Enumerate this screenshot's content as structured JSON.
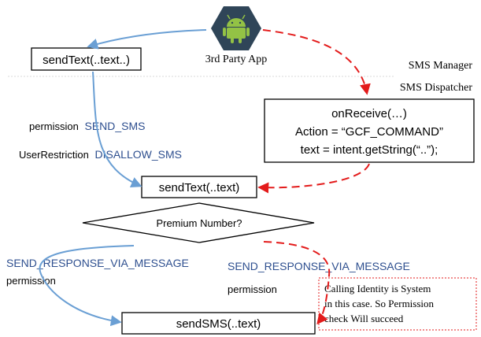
{
  "app": {
    "label": "3rd Party App",
    "icon": "android-icon"
  },
  "boxes": {
    "top_send_text": "sendText(..text..)",
    "on_receive": [
      "onReceive(…)",
      "Action = “GCF_COMMAND”",
      "text = intent.getString(“..”);"
    ],
    "mid_send_text": "sendText(..text)",
    "send_sms": "sendSMS(..text)"
  },
  "labels": {
    "sms_manager": "SMS Manager",
    "sms_dispatcher": "SMS Dispatcher",
    "permission_prefix": "permission",
    "send_sms_permission": "SEND_SMS",
    "user_restriction_prefix": "UserRestriction",
    "disallow_sms": "DISALLOW_SMS",
    "left_response_permission": "SEND_RESPONSE_VIA_MESSAGE",
    "left_permission_word": "permission",
    "right_response_permission": "SEND_RESPONSE_VIA_MESSAGE",
    "right_permission_word": "permission"
  },
  "decision": {
    "label": "Premium Number?"
  },
  "note": {
    "lines": [
      "Calling Identity is System",
      "in this case. So Permission",
      "check Will succeed"
    ]
  },
  "colors": {
    "blue_path": "#6a9fd4",
    "red_path": "#e31b1b",
    "keyword": "#2e4f8f",
    "android_bg": "#2f4558",
    "android_green": "#93c245"
  }
}
